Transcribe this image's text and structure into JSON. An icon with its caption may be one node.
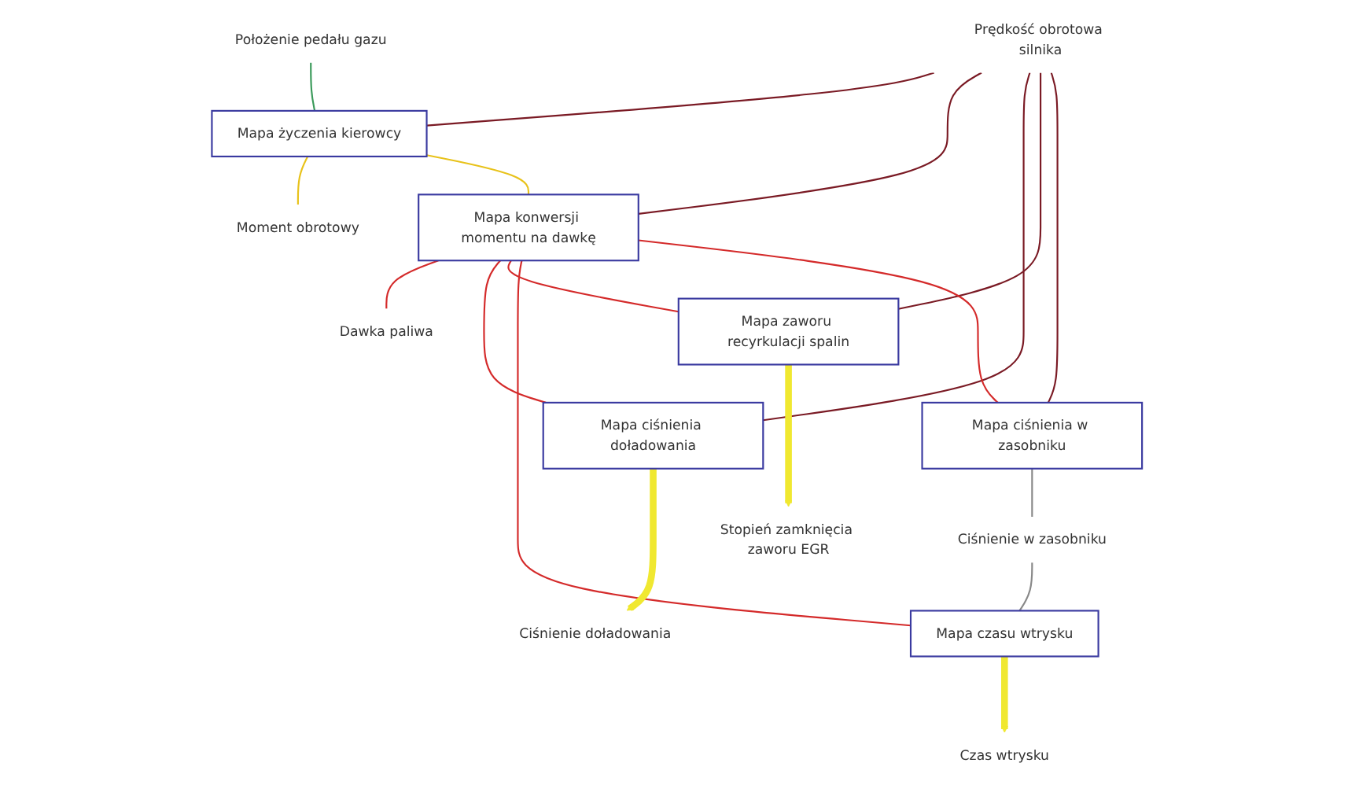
{
  "diagram": {
    "nodes": [
      {
        "text": [
          "Prędkość obrotowa silnika"
        ]
      },
      {
        "text": [
          "Położenie pedału gazu"
        ]
      },
      {
        "text": [
          "Mapa życzenia kierowcy"
        ]
      },
      {
        "text": [
          "Moment obrotowy"
        ]
      },
      {
        "text": [
          "Mapa konwersji momentu na dawkę"
        ]
      },
      {
        "text": [
          "Dawka paliwa"
        ]
      },
      {
        "text": [
          "Mapa ciśnienia doładowania"
        ]
      },
      {
        "text": [
          "Ciśnienie doładowania"
        ]
      },
      {
        "text": [
          "Mapa zaworu recyrkulacji spalin"
        ]
      },
      {
        "text": [
          "Stopień zamknięcia zaworu EGR"
        ]
      },
      {
        "text": [
          "Mapa czasu wtrysku"
        ]
      },
      {
        "text": [
          "Czas wtrysku"
        ]
      },
      {
        "text": [
          "Mapa ciśnienia w zasobniku"
        ]
      },
      {
        "text": [
          "Ciśnienie w zasobniku"
        ]
      }
    ],
    "edges": [
      {
        "from": 0,
        "to": 2,
        "arrow": "none",
        "color": "#7a1a24"
      },
      {
        "from": 0,
        "to": 4,
        "arrow": "none",
        "color": "#7a1a24"
      },
      {
        "from": 0,
        "to": 6,
        "arrow": "none",
        "color": "#7a1a24"
      },
      {
        "from": 0,
        "to": 8,
        "arrow": "none",
        "color": "#7a1a24"
      },
      {
        "from": 0,
        "to": 12,
        "arrow": "none",
        "color": "#7a1a24"
      },
      {
        "from": 1,
        "to": 2,
        "arrow": "none",
        "color": "#3a9a5a"
      },
      {
        "from": 2,
        "to": 3,
        "arrow": "none",
        "color": "#e8c21a"
      },
      {
        "from": 2,
        "to": 4,
        "arrow": "none",
        "color": "#e8c21a"
      },
      {
        "from": 4,
        "to": 5,
        "arrow": "none",
        "color": "#d42a2a"
      },
      {
        "from": 4,
        "to": 6,
        "arrow": "none",
        "color": "#d42a2a"
      },
      {
        "from": 4,
        "to": 8,
        "arrow": "none",
        "color": "#d42a2a"
      },
      {
        "from": 4,
        "to": 10,
        "arrow": "none",
        "color": "#d42a2a"
      },
      {
        "from": 4,
        "to": 12,
        "arrow": "none",
        "color": "#d42a2a"
      },
      {
        "from": 6,
        "to": 7,
        "arrow": "to",
        "style": "thick",
        "color": "#f0e830"
      },
      {
        "from": 8,
        "to": 9,
        "arrow": "to",
        "style": "thick",
        "color": "#f0e830"
      },
      {
        "from": 10,
        "to": 11,
        "arrow": "to",
        "style": "thick",
        "color": "#f0e830"
      },
      {
        "from": 12,
        "to": 13,
        "arrow": "none",
        "color": "#888888"
      },
      {
        "from": 13,
        "to": 10,
        "arrow": "none",
        "color": "#888888"
      }
    ]
  }
}
